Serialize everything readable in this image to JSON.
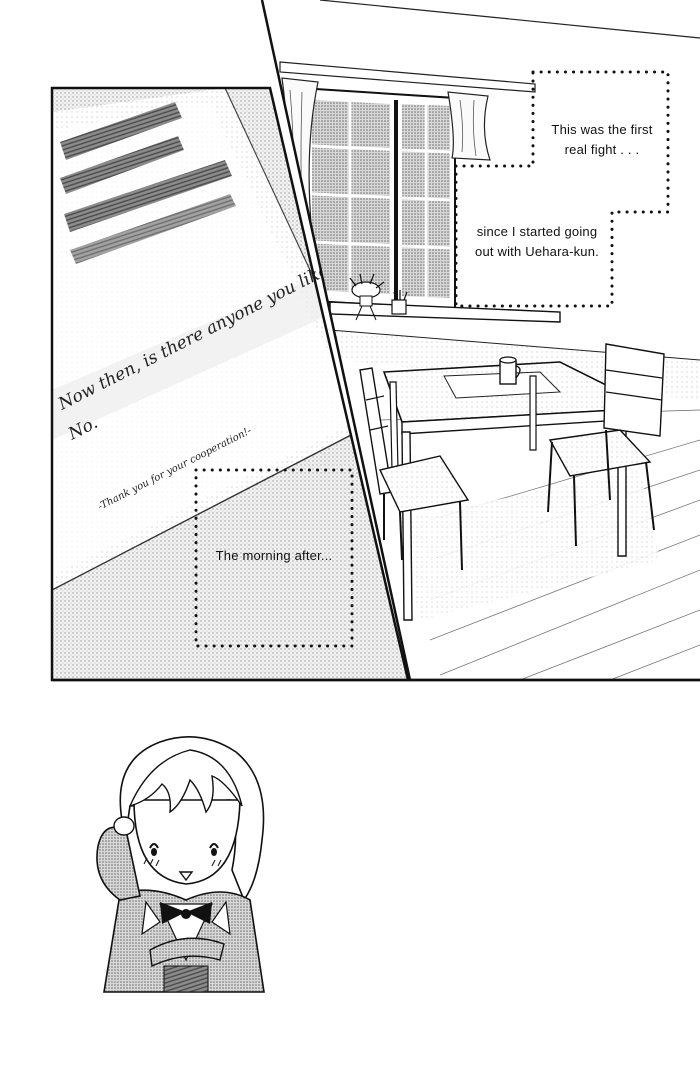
{
  "panels": {
    "letter": {
      "line1": "Now then, is there anyone you like?",
      "line2": "No.",
      "line3": "-Thank you for your cooperation!-"
    },
    "captions": {
      "first_fight_1": "This was the first",
      "first_fight_2": "real fight . . .",
      "since_1": "since I started going",
      "since_2": "out with Uehara-kun.",
      "morning": "The morning after..."
    }
  }
}
